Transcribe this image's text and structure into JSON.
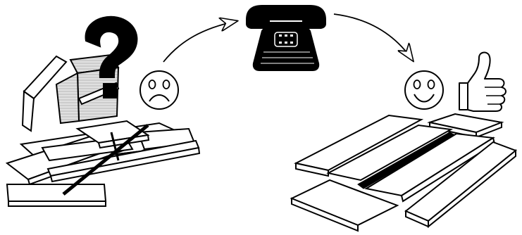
{
  "scene": {
    "stages": [
      {
        "state": "unassembled",
        "mood": "sad",
        "symbol": "question-mark"
      },
      {
        "state": "phone-call",
        "mood": "neutral",
        "symbol": "telephone"
      },
      {
        "state": "assembled",
        "mood": "happy",
        "symbol": "thumbs-up"
      }
    ],
    "arrows": 2
  },
  "colors": {
    "ink": "#000000",
    "paper": "#ffffff",
    "box_shade": "#d8d8d8",
    "slat_shadow": "#c8c8c8"
  },
  "icons": [
    "question-mark-icon",
    "sad-face-icon",
    "telephone-icon",
    "happy-face-icon",
    "thumbs-up-icon",
    "arrow-icon"
  ]
}
